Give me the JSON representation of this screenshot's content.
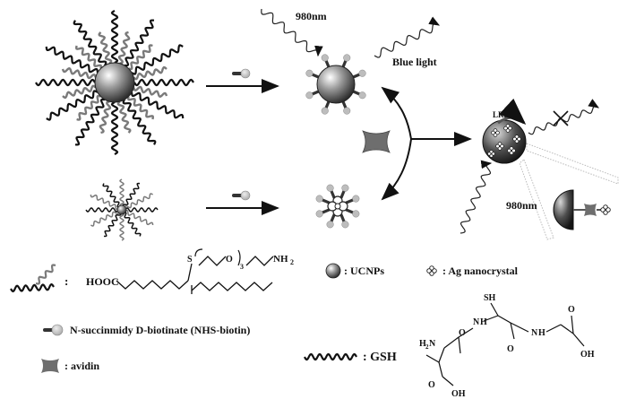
{
  "labels": {
    "nm980_top": "980nm",
    "blue_light": "Blue light",
    "lret": "LRET",
    "nm980_right": "980nm"
  },
  "legend": {
    "colon": ":",
    "hooc": "HOOC",
    "s_atom": "S",
    "o_atom": "O",
    "subscript_3": "3",
    "nh2": "NH",
    "nh2_sub": "2",
    "ucnps": ": UCNPs",
    "ag_nanocrystal": ": Ag nanocrystal",
    "nhs_biotin": "N-succinmidy D-biotinate (NHS-biotin)",
    "avidin": ": avidin",
    "gsh": ": GSH"
  },
  "gsh_structure": {
    "sh": "SH",
    "nh_a": "N",
    "h_a": "H",
    "nh_b": "N",
    "h_b": "H",
    "h2n": "H",
    "h2n_sub": "2",
    "h2n_n": "N",
    "oh_left": "OH",
    "o_left": "O",
    "oh_right": "OH",
    "o_mid": "O",
    "o_right": "O"
  },
  "colors": {
    "ink": "#111111",
    "grey_chain": "#7a7a7a",
    "avidin": "#6e6e6e",
    "biotin_head": "#bdbdbd"
  }
}
